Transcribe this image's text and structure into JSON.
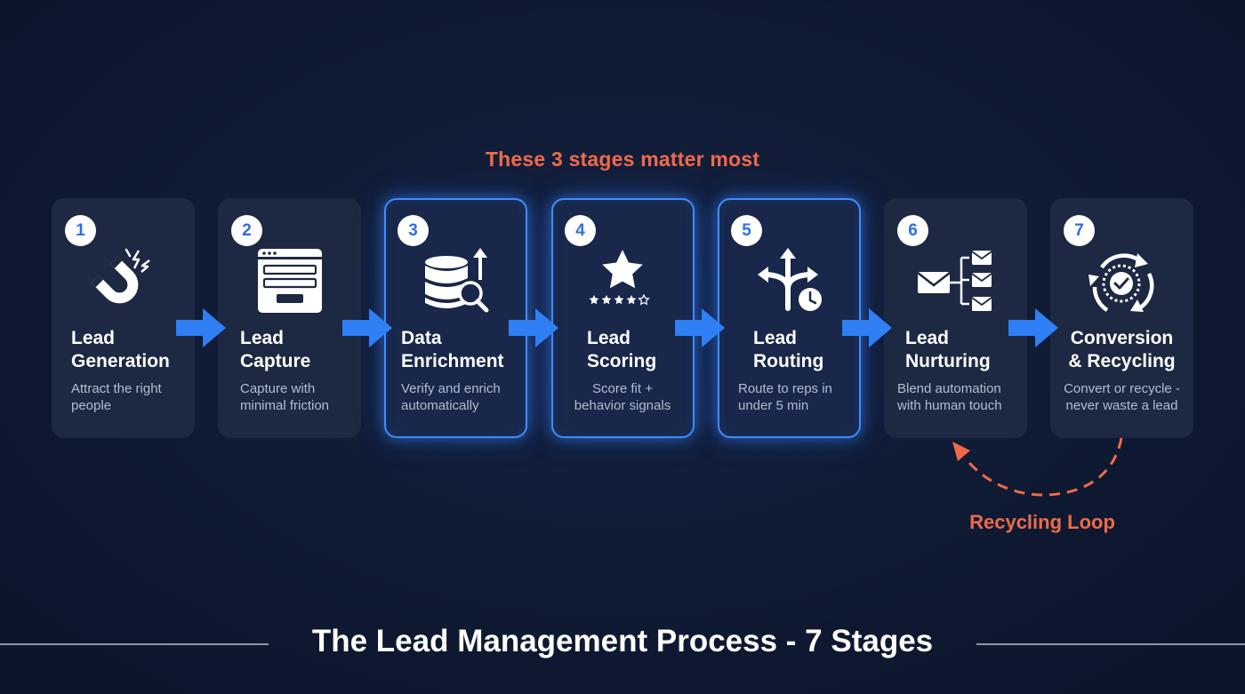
{
  "highlight_caption": "These 3 stages matter most",
  "stages": [
    {
      "number": "1",
      "title_line1": "Lead",
      "title_line2": "Generation",
      "desc_line1": "Attract the right",
      "desc_line2": "people",
      "icon": "magnet-icon",
      "highlighted": false
    },
    {
      "number": "2",
      "title_line1": "Lead",
      "title_line2": "Capture",
      "desc_line1": "Capture with",
      "desc_line2": "minimal friction",
      "icon": "form-window-icon",
      "highlighted": false
    },
    {
      "number": "3",
      "title_line1": "Data",
      "title_line2": "Enrichment",
      "desc_line1": "Verify and enrich",
      "desc_line2": "automatically",
      "icon": "database-search-icon",
      "highlighted": true
    },
    {
      "number": "4",
      "title_line1": "Lead",
      "title_line2": "Scoring",
      "desc_line1": "Score fit +",
      "desc_line2": "behavior signals",
      "icon": "star-rating-icon",
      "highlighted": true
    },
    {
      "number": "5",
      "title_line1": "Lead",
      "title_line2": "Routing",
      "desc_line1": "Route to reps in",
      "desc_line2": "under 5 min",
      "icon": "routing-clock-icon",
      "highlighted": true
    },
    {
      "number": "6",
      "title_line1": "Lead",
      "title_line2": "Nurturing",
      "desc_line1": "Blend automation",
      "desc_line2": "with human touch",
      "icon": "email-branch-icon",
      "highlighted": false
    },
    {
      "number": "7",
      "title_line1": "Conversion",
      "title_line2": "& Recycling",
      "desc_line1": "Convert or recycle -",
      "desc_line2": "never waste a lead",
      "icon": "recycle-check-icon",
      "highlighted": false
    }
  ],
  "loop_label": "Recycling Loop",
  "footer_title": "The Lead Management Process - 7 Stages",
  "colors": {
    "background": "#0f1a33",
    "card": "#1d2942",
    "highlight_border": "#3f8cff",
    "arrow": "#2f7ff5",
    "accent_text": "#f06a4a",
    "number_text": "#2f6fe4"
  }
}
